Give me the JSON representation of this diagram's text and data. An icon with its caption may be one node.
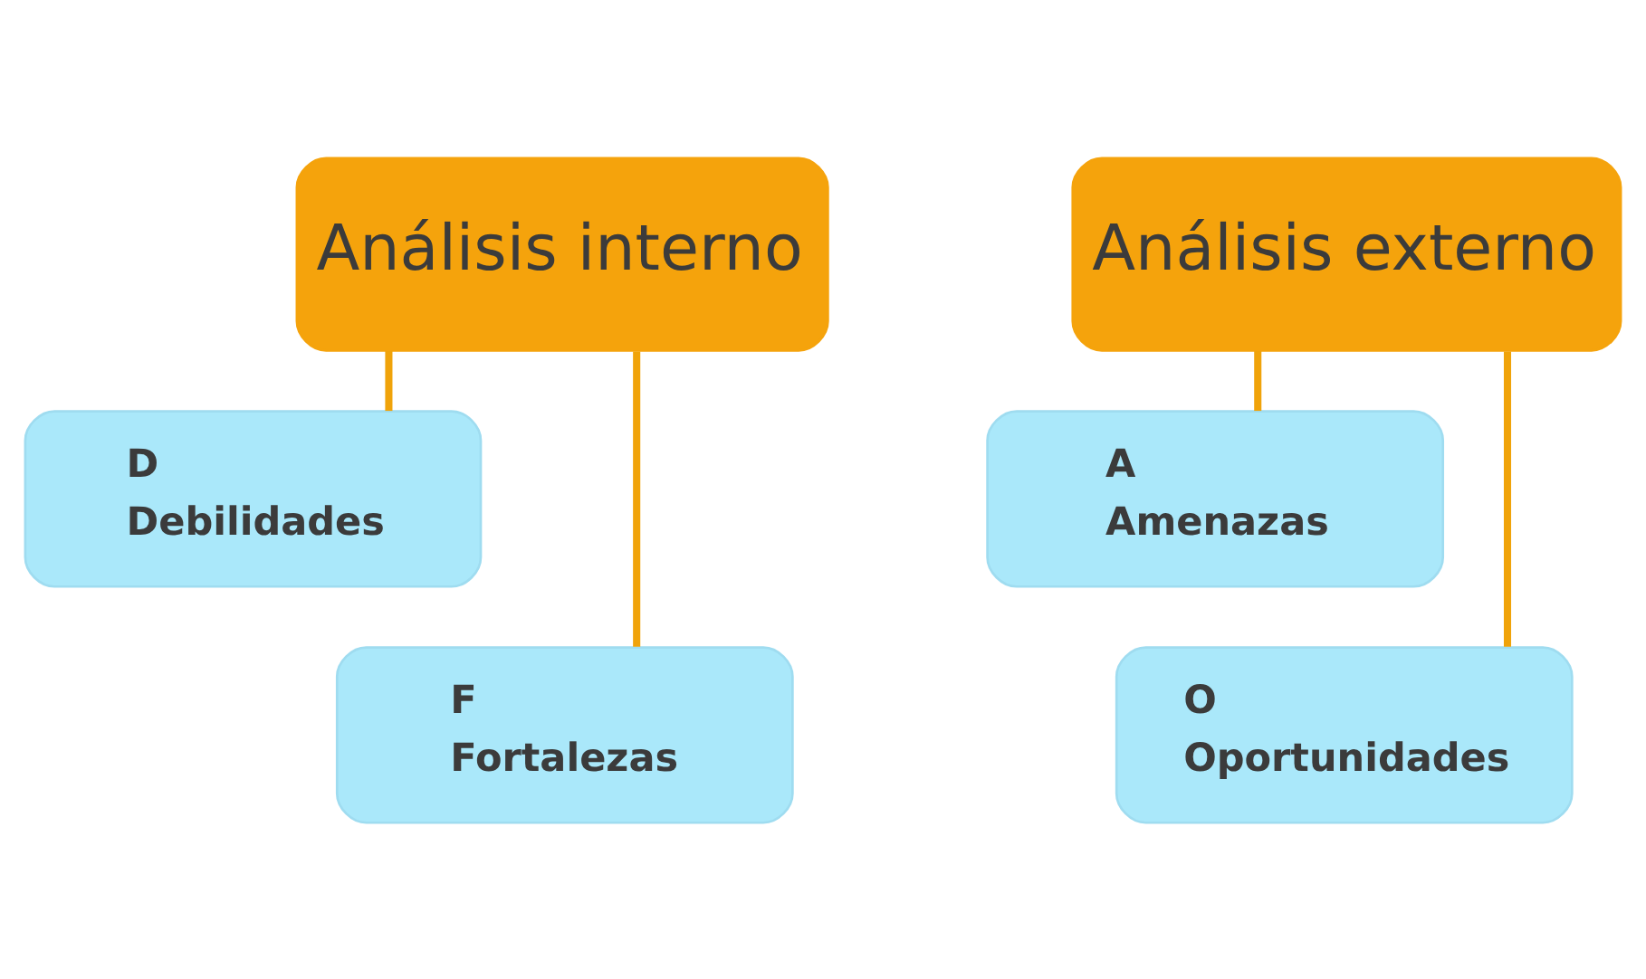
{
  "diagram": {
    "nodes": [
      {
        "text": [
          "Análisis interno"
        ]
      },
      {
        "text": [
          "D",
          "Debilidades"
        ]
      },
      {
        "text": [
          "F",
          "Fortalezas"
        ]
      },
      {
        "text": [
          "Análisis externo"
        ]
      },
      {
        "text": [
          "A",
          "Amenazas"
        ]
      },
      {
        "text": [
          "O",
          "Oportunidades"
        ]
      }
    ],
    "edges": [
      {
        "from": 0,
        "to": 1,
        "arrow": "none"
      },
      {
        "from": 0,
        "to": 2,
        "arrow": "none"
      },
      {
        "from": 3,
        "to": 4,
        "arrow": "none"
      },
      {
        "from": 3,
        "to": 5,
        "arrow": "none"
      }
    ]
  }
}
